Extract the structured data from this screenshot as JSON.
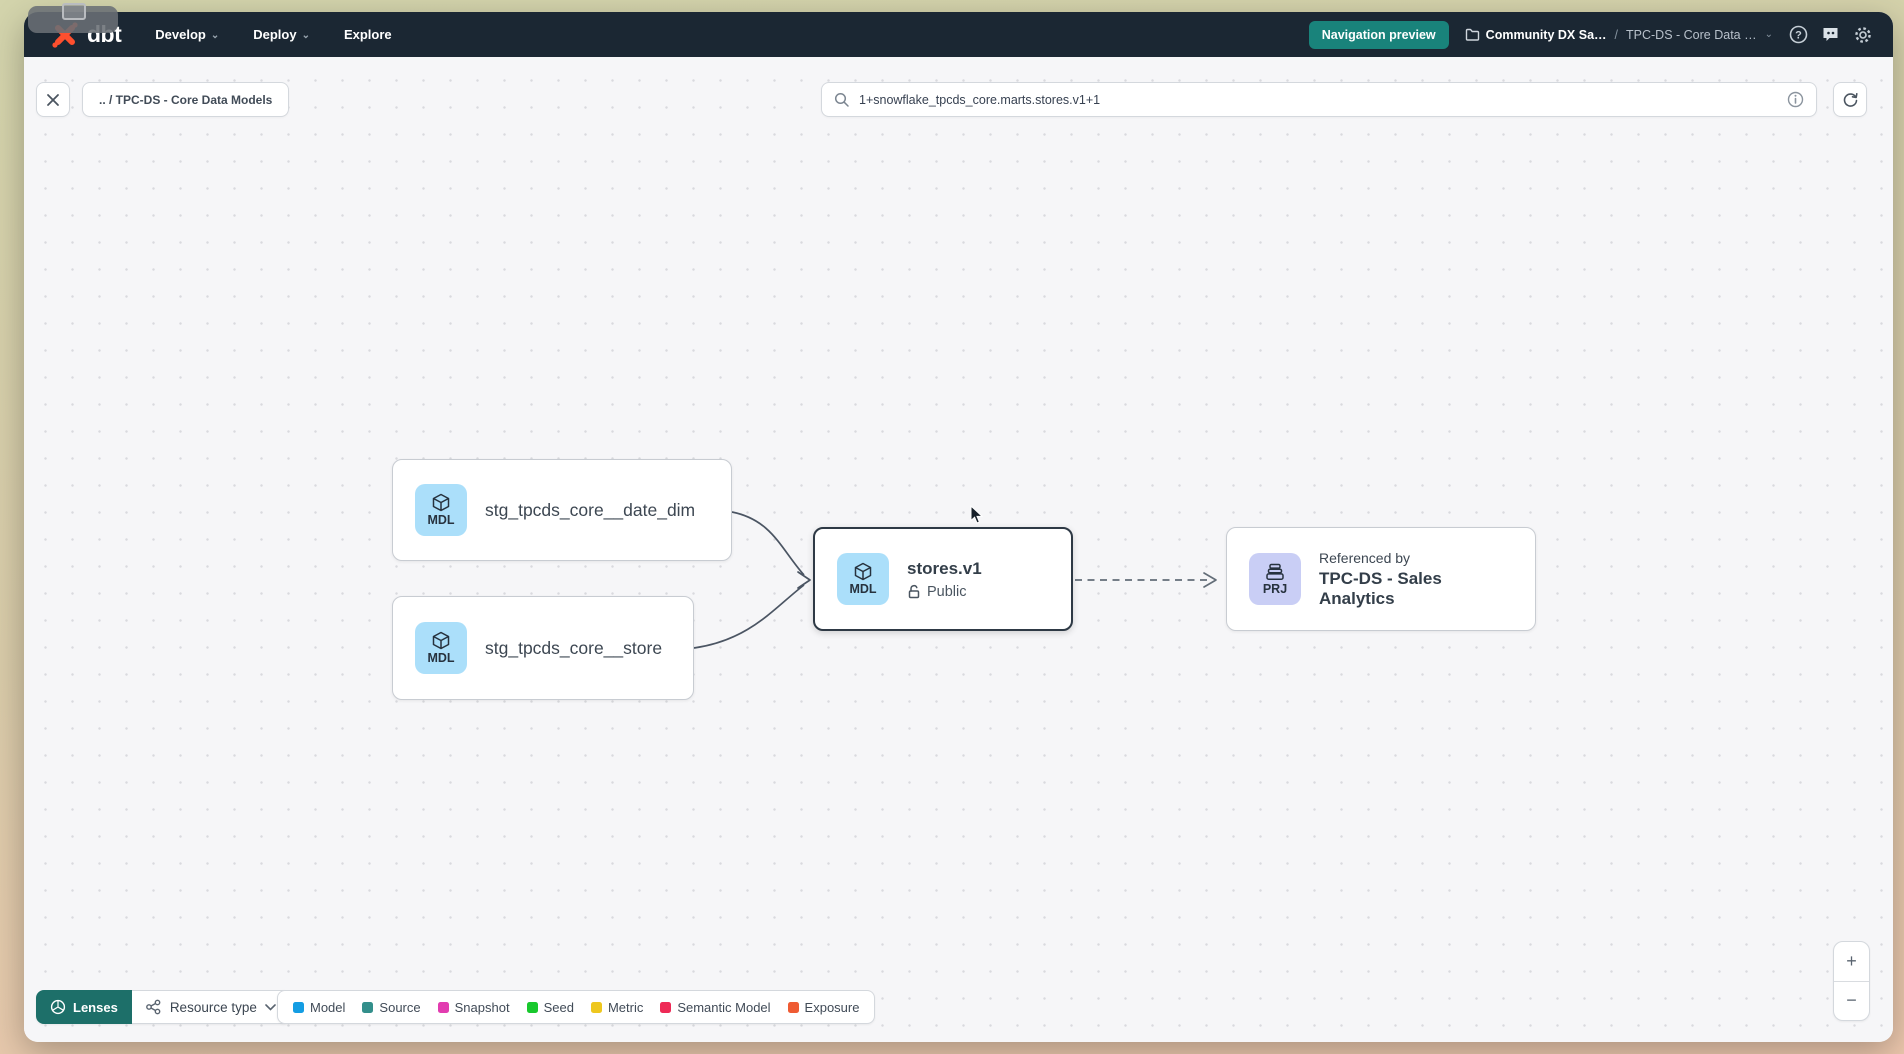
{
  "topbar": {
    "logo": "dbt",
    "nav": [
      {
        "label": "Develop",
        "chevron": true
      },
      {
        "label": "Deploy",
        "chevron": true
      },
      {
        "label": "Explore",
        "chevron": false
      }
    ],
    "preview_badge": "Navigation preview",
    "breadcrumb": {
      "project": "Community DX Sa…",
      "separator": "/",
      "section": "TPC-DS - Core Data …"
    }
  },
  "toolbar": {
    "back_chip": ".. / TPC-DS - Core Data Models",
    "search_value": "1+snowflake_tpcds_core.marts.stores.v1+1"
  },
  "graph": {
    "nodes": {
      "date_dim": {
        "badge": "MDL",
        "label": "stg_tpcds_core__date_dim"
      },
      "store": {
        "badge": "MDL",
        "label": "stg_tpcds_core__store"
      },
      "stores_v1": {
        "badge": "MDL",
        "label": "stores.v1",
        "access": "Public"
      },
      "project": {
        "badge": "PRJ",
        "title": "Referenced by",
        "label": "TPC-DS - Sales Analytics"
      }
    }
  },
  "footer": {
    "lenses": "Lenses",
    "resource_type": "Resource type",
    "legend": [
      {
        "label": "Model",
        "color": "#149de3"
      },
      {
        "label": "Source",
        "color": "#338f8b"
      },
      {
        "label": "Snapshot",
        "color": "#e23cb0"
      },
      {
        "label": "Seed",
        "color": "#18c82d"
      },
      {
        "label": "Metric",
        "color": "#eec71e"
      },
      {
        "label": "Semantic Model",
        "color": "#ee2a56"
      },
      {
        "label": "Exposure",
        "color": "#ef5b33"
      }
    ]
  },
  "zoom_controls": {
    "in": "+",
    "out": "−"
  },
  "colors": {
    "accent_teal": "#19837b",
    "topbar_bg": "#1b2733",
    "model_badge_bg": "#abdffa",
    "project_badge_bg": "#c9cef5",
    "selected_border": "#2e3945"
  }
}
